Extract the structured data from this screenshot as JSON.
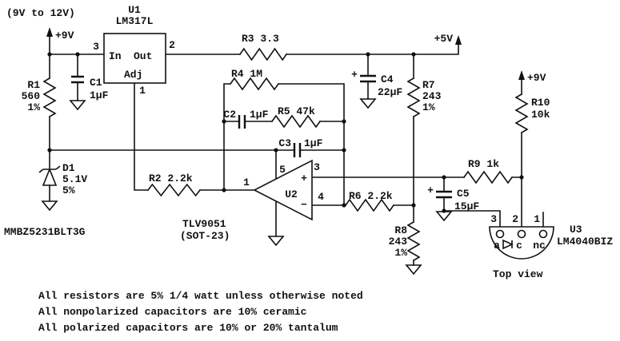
{
  "colors": {
    "line": "#111111",
    "background": "#ffffff"
  },
  "schematic": {
    "input_label": "(9V to 12V)",
    "rails": {
      "v9_left": "+9V",
      "v5": "+5V",
      "v9_right": "+9V"
    },
    "u1": {
      "ref": "U1",
      "part": "LM317L",
      "pin_in_name": "In",
      "pin_out_name": "Out",
      "pin_adj_name": "Adj",
      "pin_in": "3",
      "pin_out": "2",
      "pin_adj": "1"
    },
    "r1": {
      "ref": "R1",
      "value": "560",
      "tol": "1%"
    },
    "r2": {
      "label": "R2 2.2k"
    },
    "r3": {
      "label": "R3 3.3"
    },
    "r4": {
      "label": "R4 1M"
    },
    "r5": {
      "label": "R5 47k"
    },
    "r6": {
      "label": "R6 2.2k"
    },
    "r7": {
      "ref": "R7",
      "value": "243",
      "tol": "1%"
    },
    "r8": {
      "ref": "R8",
      "value": "243",
      "tol": "1%"
    },
    "r9": {
      "label": "R9 1k"
    },
    "r10": {
      "ref": "R10",
      "value": "10k"
    },
    "c1": {
      "ref": "C1",
      "value": "1μF"
    },
    "c2": {
      "ref": "C2",
      "value": "1μF"
    },
    "c3": {
      "ref": "C3",
      "value": "1μF"
    },
    "c4": {
      "ref": "C4",
      "value": "22μF",
      "polarity": "+"
    },
    "c5": {
      "ref": "C5",
      "value": "15μF",
      "polarity": "+"
    },
    "d1": {
      "ref": "D1",
      "value": "5.1V",
      "tol": "5%",
      "part": "MMBZ5231BLT3G"
    },
    "u2": {
      "ref": "U2",
      "part": "TLV9051",
      "package": "(SOT-23)",
      "pin_out": "1",
      "pin_vplus": "5",
      "pin_inp": "3",
      "pin_inn": "4",
      "plus": "+",
      "minus": "−"
    },
    "u3": {
      "ref": "U3",
      "part": "LM4040BIZ",
      "view_label": "Top view",
      "pin3": "3",
      "pin2": "2",
      "pin1": "1",
      "anode": "a",
      "cathode": "c",
      "nc": "nc"
    }
  },
  "notes": [
    "All resistors are 5% 1/4 watt unless otherwise noted",
    "All nonpolarized capacitors are 10% ceramic",
    "All polarized capacitors are 10% or 20% tantalum"
  ]
}
